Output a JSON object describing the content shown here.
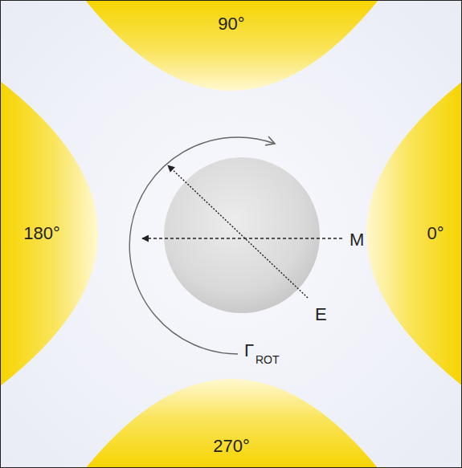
{
  "diagram": {
    "nodes": [
      {
        "text": [
          "90°"
        ]
      },
      {
        "text": [
          "180°"
        ]
      },
      {
        "text": [
          "0°"
        ]
      },
      {
        "text": [
          "270°"
        ]
      }
    ],
    "labels": [
      "M",
      "E",
      "Γ",
      "ROT"
    ]
  }
}
